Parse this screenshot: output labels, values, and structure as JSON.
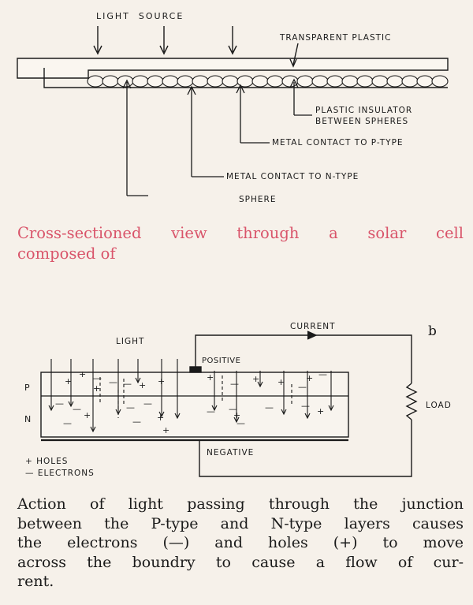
{
  "diagram_a": {
    "light_source_label": "LIGHT  SOURCE",
    "transparent_plastic_label": "TRANSPARENT PLASTIC",
    "plastic_insulator_line1": "PLASTIC INSULATOR",
    "plastic_insulator_line2": "BETWEEN SPHERES",
    "metal_contact_p_label": "METAL CONTACT TO P-TYPE",
    "metal_contact_n_label": "METAL CONTACT TO N-TYPE",
    "sphere_label": "SPHERE"
  },
  "caption_a": {
    "line1": "Cross-sectioned view through a solar cell",
    "line2": "composed of"
  },
  "diagram_b": {
    "panel_letter": "b",
    "light_label": "LIGHT",
    "current_label": "CURRENT",
    "positive_label": "POSITIVE",
    "negative_label": "NEGATIVE",
    "load_label": "LOAD",
    "p_label": "P",
    "n_label": "N",
    "legend_holes": "+ HOLES",
    "legend_electrons": "— ELECTRONS"
  },
  "caption_b": {
    "line1": "Action of light passing through the junction",
    "line2": "between the P-type and N-type layers causes",
    "line3": "the electrons (—) and holes (+) to move",
    "line4": "across the boundry to cause a flow of cur-",
    "line5": "rent."
  },
  "colors": {
    "caption_a": "#d9546a",
    "ink": "#1a1a1a",
    "paper": "#f6f1ea"
  }
}
